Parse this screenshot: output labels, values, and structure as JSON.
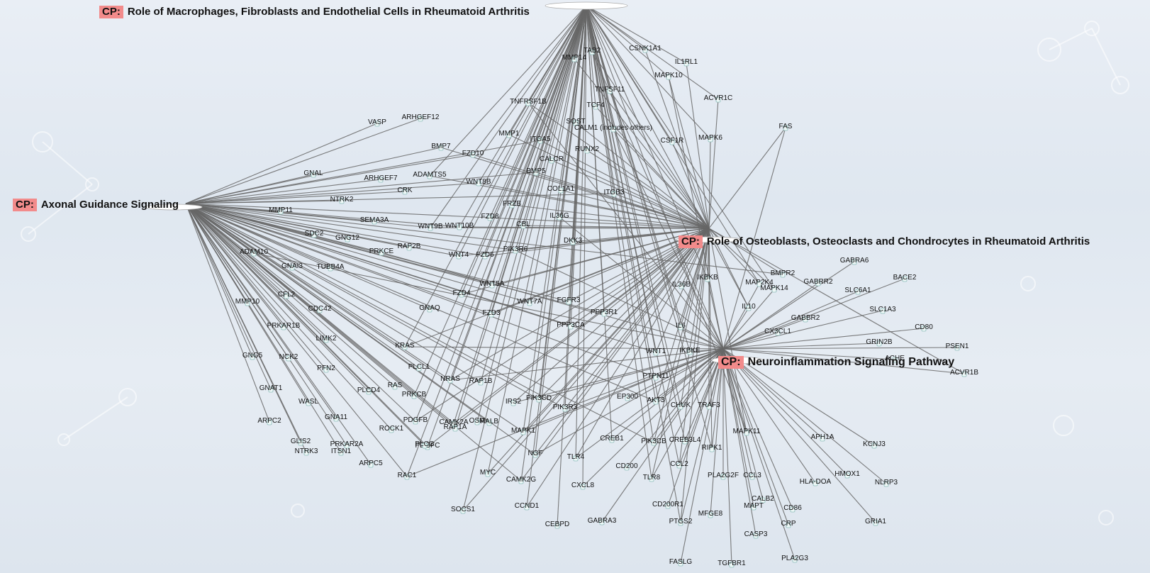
{
  "hubs": [
    {
      "id": "mac",
      "prefix": "CP:",
      "title": "Role of Macrophages, Fibroblasts and Endothelial Cells in Rheumatoid Arthritis"
    },
    {
      "id": "axon",
      "prefix": "CP:",
      "title": "Axonal Guidance Signaling"
    },
    {
      "id": "osteo",
      "prefix": "CP:",
      "title": "Role of Osteoblasts, Osteoclasts and Chondrocytes in Rheumatoid Arthritis"
    },
    {
      "id": "neuro",
      "prefix": "CP:",
      "title": "Neuroinflammation Signaling Pathway"
    }
  ],
  "genes": [
    {
      "label": "MMP14",
      "links": [
        "mac",
        "osteo"
      ]
    },
    {
      "label": "TAB2",
      "links": [
        "mac",
        "osteo",
        "neuro"
      ]
    },
    {
      "label": "CSNK1A1",
      "links": [
        "mac",
        "osteo"
      ]
    },
    {
      "label": "IL1RL1",
      "links": [
        "mac",
        "osteo"
      ]
    },
    {
      "label": "MAPK10",
      "links": [
        "mac",
        "osteo",
        "neuro"
      ]
    },
    {
      "label": "ACVR1C",
      "links": [
        "mac",
        "osteo"
      ]
    },
    {
      "label": "TNFSF11",
      "links": [
        "mac",
        "osteo"
      ]
    },
    {
      "label": "TNFRSF1B",
      "links": [
        "mac",
        "osteo",
        "neuro"
      ]
    },
    {
      "label": "TCF4",
      "links": [
        "mac",
        "osteo"
      ]
    },
    {
      "label": "SOST",
      "links": [
        "osteo"
      ]
    },
    {
      "label": "CALM1 (includes others)",
      "links": [
        "mac",
        "osteo",
        "neuro"
      ]
    },
    {
      "label": "CSF1R",
      "links": [
        "mac",
        "osteo"
      ]
    },
    {
      "label": "MAPK6",
      "links": [
        "mac",
        "osteo"
      ]
    },
    {
      "label": "FAS",
      "links": [
        "osteo",
        "neuro"
      ]
    },
    {
      "label": "VASP",
      "links": [
        "axon"
      ]
    },
    {
      "label": "ARHGEF12",
      "links": [
        "axon"
      ]
    },
    {
      "label": "MMP1",
      "links": [
        "mac",
        "osteo"
      ]
    },
    {
      "label": "ITGA5",
      "links": [
        "mac",
        "axon",
        "osteo"
      ]
    },
    {
      "label": "RUNX2",
      "links": [
        "osteo"
      ]
    },
    {
      "label": "BMP7",
      "links": [
        "axon",
        "osteo"
      ]
    },
    {
      "label": "FZD10",
      "links": [
        "mac",
        "axon",
        "osteo"
      ]
    },
    {
      "label": "CALCR",
      "links": [
        "osteo"
      ]
    },
    {
      "label": "GNAL",
      "links": [
        "axon"
      ]
    },
    {
      "label": "ARHGEF7",
      "links": [
        "axon"
      ]
    },
    {
      "label": "ADAMTS5",
      "links": [
        "mac",
        "osteo"
      ]
    },
    {
      "label": "BMP5",
      "links": [
        "axon",
        "osteo"
      ]
    },
    {
      "label": "WNT8B",
      "links": [
        "mac",
        "axon",
        "osteo"
      ]
    },
    {
      "label": "CRK",
      "links": [
        "axon"
      ]
    },
    {
      "label": "NTRK2",
      "links": [
        "axon"
      ]
    },
    {
      "label": "COL1A1",
      "links": [
        "mac",
        "osteo"
      ]
    },
    {
      "label": "ITGB3",
      "links": [
        "mac",
        "axon",
        "osteo"
      ]
    },
    {
      "label": "FRZB",
      "links": [
        "mac",
        "osteo"
      ]
    },
    {
      "label": "MMP11",
      "links": [
        "axon"
      ]
    },
    {
      "label": "FZD8",
      "links": [
        "mac",
        "axon",
        "osteo"
      ]
    },
    {
      "label": "IL36G",
      "links": [
        "osteo",
        "neuro"
      ]
    },
    {
      "label": "SEMA3A",
      "links": [
        "axon"
      ]
    },
    {
      "label": "CBL",
      "links": [
        "osteo"
      ]
    },
    {
      "label": "WNT9B",
      "links": [
        "mac",
        "axon",
        "osteo"
      ]
    },
    {
      "label": "WNT10B",
      "links": [
        "mac",
        "axon",
        "osteo"
      ]
    },
    {
      "label": "GNG12",
      "links": [
        "axon"
      ]
    },
    {
      "label": "SDC2",
      "links": [
        "axon"
      ]
    },
    {
      "label": "DKK3",
      "links": [
        "mac",
        "osteo"
      ]
    },
    {
      "label": "RAP2B",
      "links": [
        "axon"
      ]
    },
    {
      "label": "PRKCE",
      "links": [
        "axon",
        "neuro"
      ]
    },
    {
      "label": "PIK3R6",
      "links": [
        "mac",
        "axon",
        "osteo",
        "neuro"
      ]
    },
    {
      "label": "WNT4",
      "links": [
        "mac",
        "axon",
        "osteo"
      ]
    },
    {
      "label": "FZD6",
      "links": [
        "mac",
        "axon",
        "osteo"
      ]
    },
    {
      "label": "ADAM10",
      "links": [
        "axon",
        "neuro"
      ]
    },
    {
      "label": "GNAI3",
      "links": [
        "axon"
      ]
    },
    {
      "label": "TUBB4A",
      "links": [
        "axon"
      ]
    },
    {
      "label": "IL36B",
      "links": [
        "osteo",
        "neuro"
      ]
    },
    {
      "label": "IKBKB",
      "links": [
        "mac",
        "osteo",
        "neuro"
      ]
    },
    {
      "label": "MAP2K4",
      "links": [
        "mac",
        "osteo",
        "neuro"
      ]
    },
    {
      "label": "BMPR2",
      "links": [
        "axon",
        "osteo"
      ]
    },
    {
      "label": "MAPK14",
      "links": [
        "mac",
        "osteo",
        "neuro"
      ]
    },
    {
      "label": "WNT5A",
      "links": [
        "mac",
        "axon",
        "osteo"
      ]
    },
    {
      "label": "FZD4",
      "links": [
        "mac",
        "axon",
        "osteo"
      ]
    },
    {
      "label": "MMP10",
      "links": [
        "axon"
      ]
    },
    {
      "label": "CFL2",
      "links": [
        "axon"
      ]
    },
    {
      "label": "WNT7A",
      "links": [
        "mac",
        "axon",
        "osteo"
      ]
    },
    {
      "label": "FGFR3",
      "links": [
        "mac",
        "axon",
        "osteo"
      ]
    },
    {
      "label": "PPP3R1",
      "links": [
        "mac",
        "axon",
        "osteo"
      ]
    },
    {
      "label": "CDC42",
      "links": [
        "axon"
      ]
    },
    {
      "label": "GNAQ",
      "links": [
        "axon"
      ]
    },
    {
      "label": "FZD3",
      "links": [
        "mac",
        "axon",
        "osteo"
      ]
    },
    {
      "label": "PPP3CA",
      "links": [
        "mac",
        "axon",
        "osteo"
      ]
    },
    {
      "label": "IL10",
      "links": [
        "mac",
        "osteo",
        "neuro"
      ]
    },
    {
      "label": "PRKAR1B",
      "links": [
        "axon"
      ]
    },
    {
      "label": "IL6",
      "links": [
        "mac",
        "osteo",
        "neuro"
      ]
    },
    {
      "label": "LIMK2",
      "links": [
        "axon"
      ]
    },
    {
      "label": "CX3CL1",
      "links": [
        "neuro"
      ]
    },
    {
      "label": "GNG5",
      "links": [
        "axon"
      ]
    },
    {
      "label": "NCK2",
      "links": [
        "axon"
      ]
    },
    {
      "label": "KRAS",
      "links": [
        "mac",
        "axon",
        "osteo",
        "neuro"
      ]
    },
    {
      "label": "WNT1",
      "links": [
        "mac",
        "axon",
        "osteo"
      ]
    },
    {
      "label": "IKBKE",
      "links": [
        "mac",
        "neuro"
      ]
    },
    {
      "label": "PFN2",
      "links": [
        "axon"
      ]
    },
    {
      "label": "PLCL1",
      "links": [
        "axon"
      ]
    },
    {
      "label": "GNAT1",
      "links": [
        "axon"
      ]
    },
    {
      "label": "NRAS",
      "links": [
        "mac",
        "axon",
        "osteo",
        "neuro"
      ]
    },
    {
      "label": "RAP1B",
      "links": [
        "mac",
        "axon"
      ]
    },
    {
      "label": "PTPN11",
      "links": [
        "axon",
        "neuro"
      ]
    },
    {
      "label": "PLCD4",
      "links": [
        "axon"
      ]
    },
    {
      "label": "RAS",
      "links": [
        "axon"
      ]
    },
    {
      "label": "WASL",
      "links": [
        "axon"
      ]
    },
    {
      "label": "PRKCB",
      "links": [
        "mac",
        "axon"
      ]
    },
    {
      "label": "IRS2",
      "links": [
        "osteo",
        "neuro"
      ]
    },
    {
      "label": "PIK3CD",
      "links": [
        "mac",
        "axon",
        "osteo",
        "neuro"
      ]
    },
    {
      "label": "EP300",
      "links": [
        "neuro"
      ]
    },
    {
      "label": "AKT3",
      "links": [
        "mac",
        "axon",
        "osteo",
        "neuro"
      ]
    },
    {
      "label": "CHUK",
      "links": [
        "mac",
        "osteo",
        "neuro"
      ]
    },
    {
      "label": "TRAF3",
      "links": [
        "osteo",
        "neuro"
      ]
    },
    {
      "label": "GNA11",
      "links": [
        "axon"
      ]
    },
    {
      "label": "ARPC2",
      "links": [
        "axon"
      ]
    },
    {
      "label": "PDGFB",
      "links": [
        "mac",
        "axon",
        "osteo"
      ]
    },
    {
      "label": "PIK3R3",
      "links": [
        "mac",
        "axon",
        "osteo",
        "neuro"
      ]
    },
    {
      "label": "CAMK2A",
      "links": [
        "mac",
        "axon",
        "osteo"
      ]
    },
    {
      "label": "OSM",
      "links": [
        "mac"
      ]
    },
    {
      "label": "RALB",
      "links": [
        "axon"
      ]
    },
    {
      "label": "ROCK1",
      "links": [
        "axon"
      ]
    },
    {
      "label": "RAP1A",
      "links": [
        "mac",
        "axon"
      ]
    },
    {
      "label": "MAPK1",
      "links": [
        "mac",
        "axon",
        "osteo",
        "neuro"
      ]
    },
    {
      "label": "CREB1",
      "links": [
        "mac",
        "neuro"
      ]
    },
    {
      "label": "PIK3CB",
      "links": [
        "mac",
        "axon",
        "osteo",
        "neuro"
      ]
    },
    {
      "label": "CREB3L4",
      "links": [
        "mac",
        "neuro"
      ]
    },
    {
      "label": "MAPK11",
      "links": [
        "mac",
        "osteo",
        "neuro"
      ]
    },
    {
      "label": "GLIS2",
      "links": [
        "axon"
      ]
    },
    {
      "label": "PRKAR2A",
      "links": [
        "axon"
      ]
    },
    {
      "label": "NTRK3",
      "links": [
        "axon"
      ]
    },
    {
      "label": "ITSN1",
      "links": [
        "axon"
      ]
    },
    {
      "label": "PDGFC",
      "links": [
        "mac",
        "axon",
        "osteo"
      ]
    },
    {
      "label": "PLCG",
      "links": [
        "axon"
      ]
    },
    {
      "label": "NGF",
      "links": [
        "mac",
        "axon",
        "osteo",
        "neuro"
      ]
    },
    {
      "label": "TLR4",
      "links": [
        "mac",
        "osteo",
        "neuro"
      ]
    },
    {
      "label": "RIPK1",
      "links": [
        "mac",
        "osteo",
        "neuro"
      ]
    },
    {
      "label": "ARPC5",
      "links": [
        "axon"
      ]
    },
    {
      "label": "RAC1",
      "links": [
        "mac",
        "axon",
        "neuro"
      ]
    },
    {
      "label": "MYC",
      "links": [
        "mac",
        "osteo"
      ]
    },
    {
      "label": "CD200",
      "links": [
        "neuro"
      ]
    },
    {
      "label": "CCL2",
      "links": [
        "mac",
        "osteo",
        "neuro"
      ]
    },
    {
      "label": "PLA2G2F",
      "links": [
        "neuro"
      ]
    },
    {
      "label": "CCL3",
      "links": [
        "neuro"
      ]
    },
    {
      "label": "CAMK2G",
      "links": [
        "mac",
        "axon",
        "osteo"
      ]
    },
    {
      "label": "CXCL8",
      "links": [
        "mac",
        "neuro"
      ]
    },
    {
      "label": "TLR8",
      "links": [
        "mac",
        "osteo",
        "neuro"
      ]
    },
    {
      "label": "CALB2",
      "links": [
        "neuro"
      ]
    },
    {
      "label": "CCND1",
      "links": [
        "mac",
        "osteo"
      ]
    },
    {
      "label": "CD200R1",
      "links": [
        "neuro"
      ]
    },
    {
      "label": "MAPT",
      "links": [
        "neuro"
      ]
    },
    {
      "label": "SOCS1",
      "links": [
        "mac",
        "osteo"
      ]
    },
    {
      "label": "CEBPD",
      "links": [
        "mac"
      ]
    },
    {
      "label": "GABRA3",
      "links": [
        "neuro"
      ]
    },
    {
      "label": "MFGE8",
      "links": [
        "neuro"
      ]
    },
    {
      "label": "PTGS2",
      "links": [
        "mac",
        "osteo",
        "neuro"
      ]
    },
    {
      "label": "CASP3",
      "links": [
        "neuro"
      ]
    },
    {
      "label": "FASLG",
      "links": [
        "neuro"
      ]
    },
    {
      "label": "TGFBR1",
      "links": [
        "neuro"
      ]
    },
    {
      "label": "PLA2G3",
      "links": [
        "neuro"
      ]
    },
    {
      "label": "CD86",
      "links": [
        "neuro"
      ]
    },
    {
      "label": "CRP",
      "links": [
        "neuro"
      ]
    },
    {
      "label": "HLA-DOA",
      "links": [
        "neuro"
      ]
    },
    {
      "label": "HMOX1",
      "links": [
        "neuro"
      ]
    },
    {
      "label": "GRIA1",
      "links": [
        "neuro"
      ]
    },
    {
      "label": "NLRP3",
      "links": [
        "neuro"
      ]
    },
    {
      "label": "APH1A",
      "links": [
        "neuro"
      ]
    },
    {
      "label": "KCNJ3",
      "links": [
        "neuro"
      ]
    },
    {
      "label": "GABRA6",
      "links": [
        "neuro"
      ]
    },
    {
      "label": "BACE2",
      "links": [
        "neuro"
      ]
    },
    {
      "label": "GABRR2",
      "links": [
        "neuro"
      ]
    },
    {
      "label": "SLC6A1",
      "links": [
        "neuro"
      ]
    },
    {
      "label": "GABBR2",
      "links": [
        "neuro"
      ]
    },
    {
      "label": "SLC1A3",
      "links": [
        "neuro"
      ]
    },
    {
      "label": "CD80",
      "links": [
        "neuro"
      ]
    },
    {
      "label": "GRIN2B",
      "links": [
        "neuro"
      ]
    },
    {
      "label": "PSEN1",
      "links": [
        "neuro"
      ]
    },
    {
      "label": "ACHE",
      "links": [
        "neuro"
      ]
    },
    {
      "label": "ACVR1B",
      "links": [
        "osteo",
        "neuro"
      ]
    }
  ]
}
